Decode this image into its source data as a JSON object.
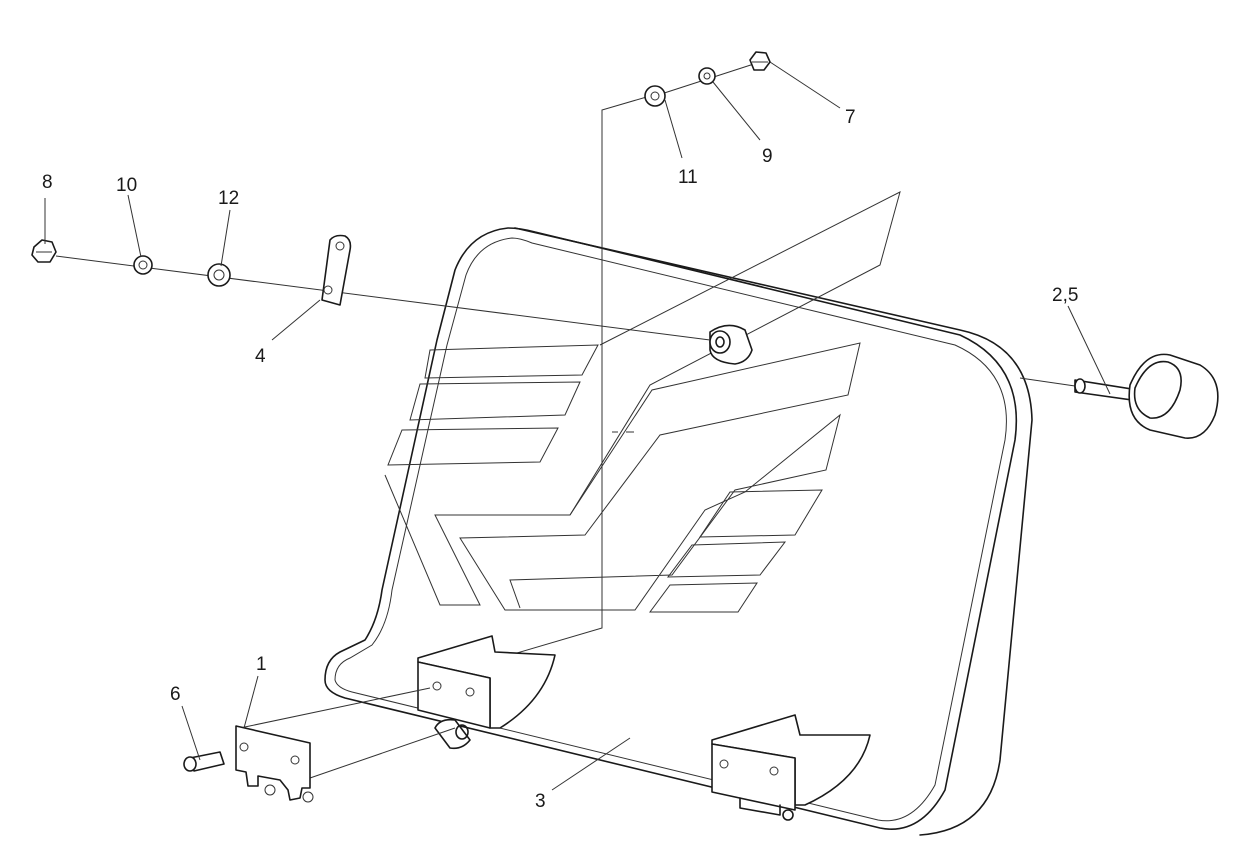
{
  "diagram": {
    "labels": {
      "l1": "1",
      "l25": "2,5",
      "l3": "3",
      "l4": "4",
      "l6": "6",
      "l7": "7",
      "l8": "8",
      "l9": "9",
      "l10": "10",
      "l11": "11",
      "l12": "12"
    }
  }
}
